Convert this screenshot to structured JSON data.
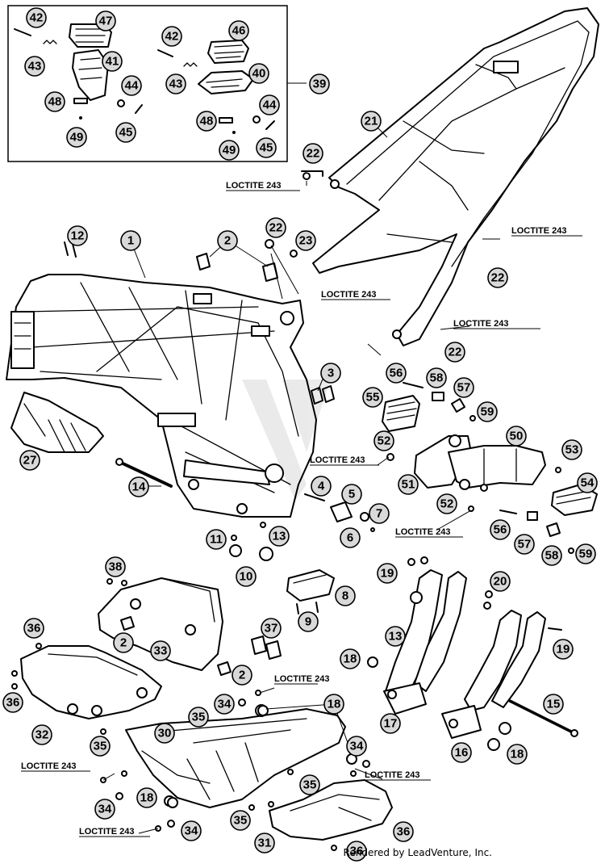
{
  "callouts": [
    {
      "id": "42",
      "label": "42"
    },
    {
      "id": "47",
      "label": "47"
    },
    {
      "id": "43",
      "label": "43"
    },
    {
      "id": "41",
      "label": "41"
    },
    {
      "id": "44",
      "label": "44"
    },
    {
      "id": "48",
      "label": "48"
    },
    {
      "id": "45",
      "label": "45"
    },
    {
      "id": "49",
      "label": "49"
    },
    {
      "id": "42b",
      "label": "42"
    },
    {
      "id": "46",
      "label": "46"
    },
    {
      "id": "43b",
      "label": "43"
    },
    {
      "id": "40",
      "label": "40"
    },
    {
      "id": "44b",
      "label": "44"
    },
    {
      "id": "48b",
      "label": "48"
    },
    {
      "id": "45b",
      "label": "45"
    },
    {
      "id": "49b",
      "label": "49"
    },
    {
      "id": "39",
      "label": "39"
    },
    {
      "id": "21",
      "label": "21"
    },
    {
      "id": "22a",
      "label": "22"
    },
    {
      "id": "12",
      "label": "12"
    },
    {
      "id": "1",
      "label": "1"
    },
    {
      "id": "2a",
      "label": "2"
    },
    {
      "id": "22b",
      "label": "22"
    },
    {
      "id": "23",
      "label": "23"
    },
    {
      "id": "22c",
      "label": "22"
    },
    {
      "id": "22d",
      "label": "22"
    },
    {
      "id": "3",
      "label": "3"
    },
    {
      "id": "56a",
      "label": "56"
    },
    {
      "id": "58a",
      "label": "58"
    },
    {
      "id": "57a",
      "label": "57"
    },
    {
      "id": "55",
      "label": "55"
    },
    {
      "id": "59a",
      "label": "59"
    },
    {
      "id": "27",
      "label": "27"
    },
    {
      "id": "52a",
      "label": "52"
    },
    {
      "id": "50",
      "label": "50"
    },
    {
      "id": "53",
      "label": "53"
    },
    {
      "id": "14",
      "label": "14"
    },
    {
      "id": "4",
      "label": "4"
    },
    {
      "id": "5",
      "label": "5"
    },
    {
      "id": "51",
      "label": "51"
    },
    {
      "id": "54",
      "label": "54"
    },
    {
      "id": "7",
      "label": "7"
    },
    {
      "id": "52b",
      "label": "52"
    },
    {
      "id": "11",
      "label": "11"
    },
    {
      "id": "13a",
      "label": "13"
    },
    {
      "id": "6",
      "label": "6"
    },
    {
      "id": "56b",
      "label": "56"
    },
    {
      "id": "57b",
      "label": "57"
    },
    {
      "id": "58b",
      "label": "58"
    },
    {
      "id": "59b",
      "label": "59"
    },
    {
      "id": "10",
      "label": "10"
    },
    {
      "id": "38",
      "label": "38"
    },
    {
      "id": "19a",
      "label": "19"
    },
    {
      "id": "20",
      "label": "20"
    },
    {
      "id": "8",
      "label": "8"
    },
    {
      "id": "9",
      "label": "9"
    },
    {
      "id": "36a",
      "label": "36"
    },
    {
      "id": "37",
      "label": "37"
    },
    {
      "id": "2b",
      "label": "2"
    },
    {
      "id": "33",
      "label": "33"
    },
    {
      "id": "13b",
      "label": "13"
    },
    {
      "id": "19b",
      "label": "19"
    },
    {
      "id": "18a",
      "label": "18"
    },
    {
      "id": "2c",
      "label": "2"
    },
    {
      "id": "36b",
      "label": "36"
    },
    {
      "id": "34a",
      "label": "34"
    },
    {
      "id": "18b",
      "label": "18"
    },
    {
      "id": "17",
      "label": "17"
    },
    {
      "id": "15",
      "label": "15"
    },
    {
      "id": "35a",
      "label": "35"
    },
    {
      "id": "32",
      "label": "32"
    },
    {
      "id": "30",
      "label": "30"
    },
    {
      "id": "35b",
      "label": "35"
    },
    {
      "id": "34b",
      "label": "34"
    },
    {
      "id": "16",
      "label": "16"
    },
    {
      "id": "18c",
      "label": "18"
    },
    {
      "id": "35c",
      "label": "35"
    },
    {
      "id": "18d",
      "label": "18"
    },
    {
      "id": "34c",
      "label": "34"
    },
    {
      "id": "35d",
      "label": "35"
    },
    {
      "id": "34d",
      "label": "34"
    },
    {
      "id": "31",
      "label": "31"
    },
    {
      "id": "36c",
      "label": "36"
    },
    {
      "id": "36d",
      "label": "36"
    }
  ],
  "notes": [
    {
      "id": "n1",
      "text": "LOCTITE 243"
    },
    {
      "id": "n2",
      "text": "LOCTITE 243"
    },
    {
      "id": "n3",
      "text": "LOCTITE 243"
    },
    {
      "id": "n4",
      "text": "LOCTITE 243"
    },
    {
      "id": "n5",
      "text": "LOCTITE 243"
    },
    {
      "id": "n6",
      "text": "LOCTITE 243"
    },
    {
      "id": "n7",
      "text": "LOCTITE 243"
    },
    {
      "id": "n8",
      "text": "LOCTITE 243"
    },
    {
      "id": "n9",
      "text": "LOCTITE 243"
    },
    {
      "id": "n10",
      "text": "LOCTITE 243"
    }
  ],
  "credit": "Rendered by LeadVenture, Inc.",
  "colors": {
    "ink": "#000000",
    "callout_fill": "#d9d9d9",
    "paper": "#ffffff"
  }
}
